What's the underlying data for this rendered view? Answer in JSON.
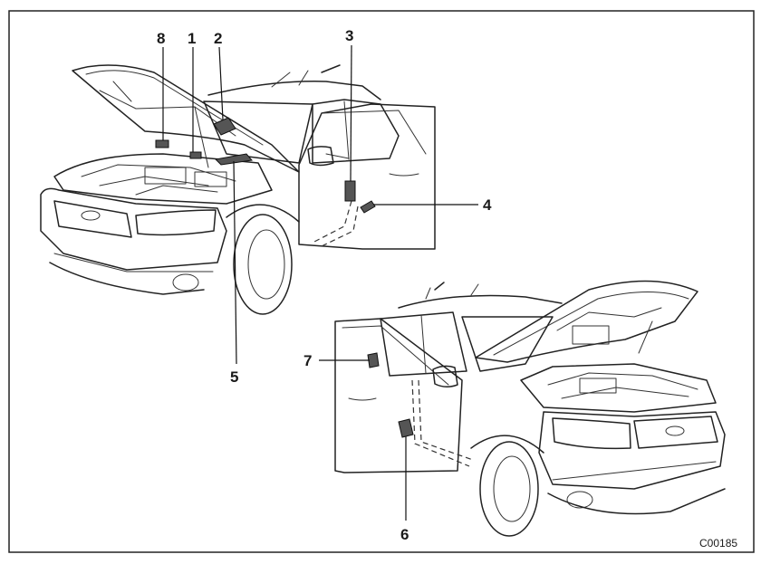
{
  "callouts": [
    {
      "id": "1",
      "text": "1"
    },
    {
      "id": "2",
      "text": "2"
    },
    {
      "id": "3",
      "text": "3"
    },
    {
      "id": "4",
      "text": "4"
    },
    {
      "id": "5",
      "text": "5"
    },
    {
      "id": "6",
      "text": "6"
    },
    {
      "id": "7",
      "text": "7"
    },
    {
      "id": "8",
      "text": "8"
    }
  ],
  "figure_code": "C00185",
  "vehicles": [
    {
      "view": "front-left",
      "hood": "open",
      "door": "open"
    },
    {
      "view": "front-right",
      "hood": "open",
      "door": "open"
    }
  ]
}
